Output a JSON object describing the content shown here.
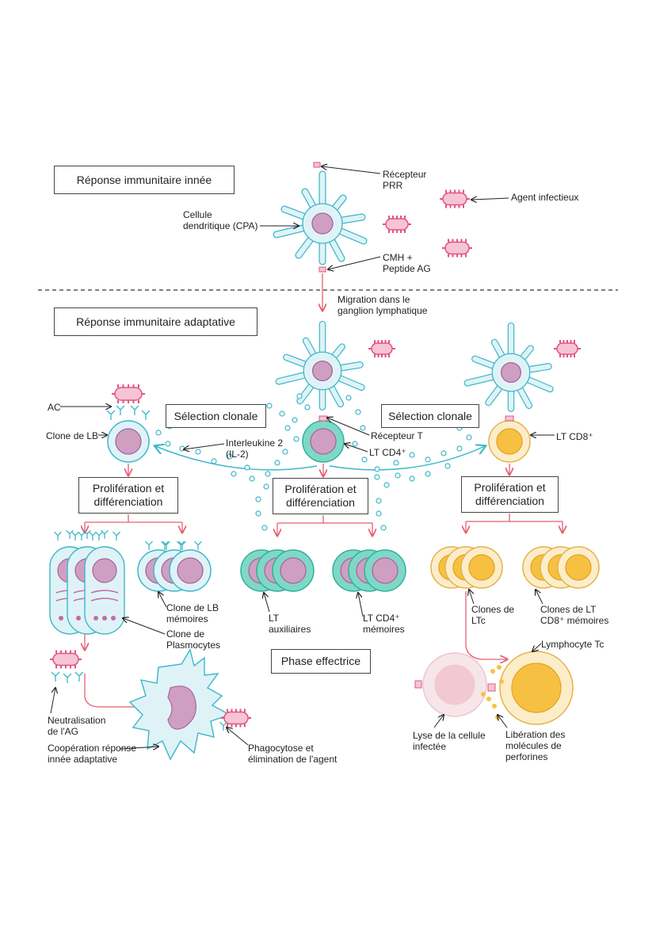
{
  "colors": {
    "dendritic": "#dff3f7",
    "dendritic_stroke": "#3bb7c9",
    "nucleus_violet": "#cf9fc2",
    "nucleus_stroke": "#a566a0",
    "pathogen": "#f6c4d4",
    "pathogen_stroke": "#e2557f",
    "arrow_red": "#e85c72",
    "lt_teal": "#7fd8c6",
    "lt_teal_stroke": "#2fb19b",
    "ltc_yellow": "#f6c143",
    "ltc_fill": "#fcedc9",
    "ltc_stroke": "#e4b24a",
    "dots": "#3bb7c9"
  },
  "boxes": {
    "innate": "Réponse immunitaire innée",
    "adaptive": "Réponse immunitaire adaptative",
    "selection_left": "Sélection clonale",
    "selection_right": "Sélection clonale",
    "prolif_left": "Prolifération et\ndifférenciation",
    "prolif_mid": "Prolifération et\ndifférenciation",
    "prolif_right": "Prolifération et\ndifférenciation",
    "effector_phase": "Phase effectrice"
  },
  "labels": {
    "prr": "Récepteur\nPRR",
    "infectious_agent": "Agent infectieux",
    "dendritic_cell": "Cellule\ndendritique (CPA)",
    "cmh": "CMH +\nPeptide AG",
    "migration": "Migration dans le\nganglion lymphatique",
    "ac": "AC",
    "clone_lb": "Clone de LB",
    "interleukin": "Interleukine 2\n(IL-2)",
    "t_receptor": "Récepteur T",
    "lt_cd4": "LT CD4⁺",
    "lt_cd8": "LT CD8⁺",
    "lb_memory": "Clone de LB\nmémoires",
    "plasmocytes": "Clone de\nPlasmocytes",
    "lt_helper": "LT\nauxiliaires",
    "lt_cd4_memory": "LT CD4⁺\nmémoires",
    "ltc_clones": "Clones de\nLTc",
    "lt_cd8_memory": "Clones de LT\nCD8⁺ mémoires",
    "lymphocyte_tc": "Lymphocyte Tc",
    "neutralisation": "Neutralisation\nde l'AG",
    "cooperation": "Coopération réponse\ninnée adaptative",
    "phagocytosis": "Phagocytose et\nélimination de l'agent",
    "lysis": "Lyse de la cellule\ninfectée",
    "perforin": "Libération des\nmolécules de\nperforines"
  }
}
